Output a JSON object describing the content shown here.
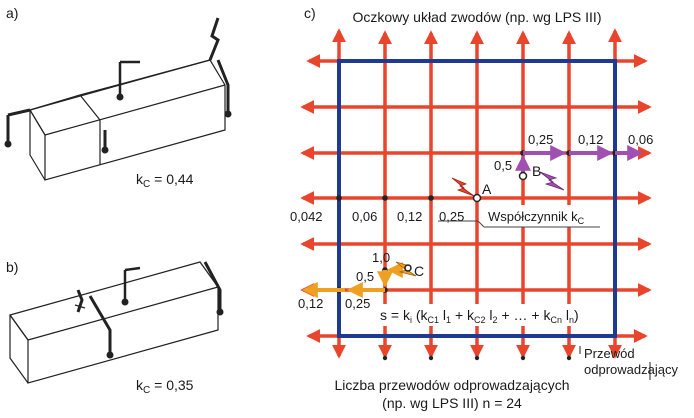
{
  "panel_a": {
    "label": "a)",
    "kc_prefix": "k",
    "kc_sub": "C",
    "kc_suffix": " = 0,44"
  },
  "panel_b": {
    "label": "b)",
    "kc_prefix": "k",
    "kc_sub": "C",
    "kc_suffix": " = 0,35"
  },
  "panel_c": {
    "label": "c)",
    "title": "Oczkowy układ zwodów (np. wg LPS III)",
    "bottom_line1": "Liczba przewodów odprowadzających",
    "bottom_line2": "(np. wg LPS III) n = 24",
    "downconductor_line1": "Przewód",
    "downconductor_line2": "odprowadzający",
    "coef_label_prefix": "Współczynnik k",
    "coef_label_sub": "C",
    "point_a": "A",
    "point_b": "B",
    "point_c": "C",
    "values_a": [
      "0,042",
      "0,06",
      "0,12",
      "0,25"
    ],
    "values_b": [
      "0,25",
      "0,12",
      "0,06",
      "0,5"
    ],
    "values_c": [
      "1,0",
      "0,5",
      "0,12",
      "0,25"
    ],
    "formula": {
      "s": "s",
      "eq": " = k",
      "i": "i",
      "open": " (k",
      "c1": "C1",
      "l1": " l",
      "one": "1",
      "plus1": " + k",
      "c2": "C2",
      "l2": " l",
      "two": "2",
      "plus2": " + … + k",
      "cn": "Cn",
      "ln": " l",
      "n": "n",
      "close": ")"
    }
  },
  "colors": {
    "mesh": "#e8452c",
    "frame": "#1f3a93",
    "grid_gray": "#b8b8b8",
    "purple": "#a050b0",
    "orange": "#f0a020",
    "building": "#222222"
  }
}
